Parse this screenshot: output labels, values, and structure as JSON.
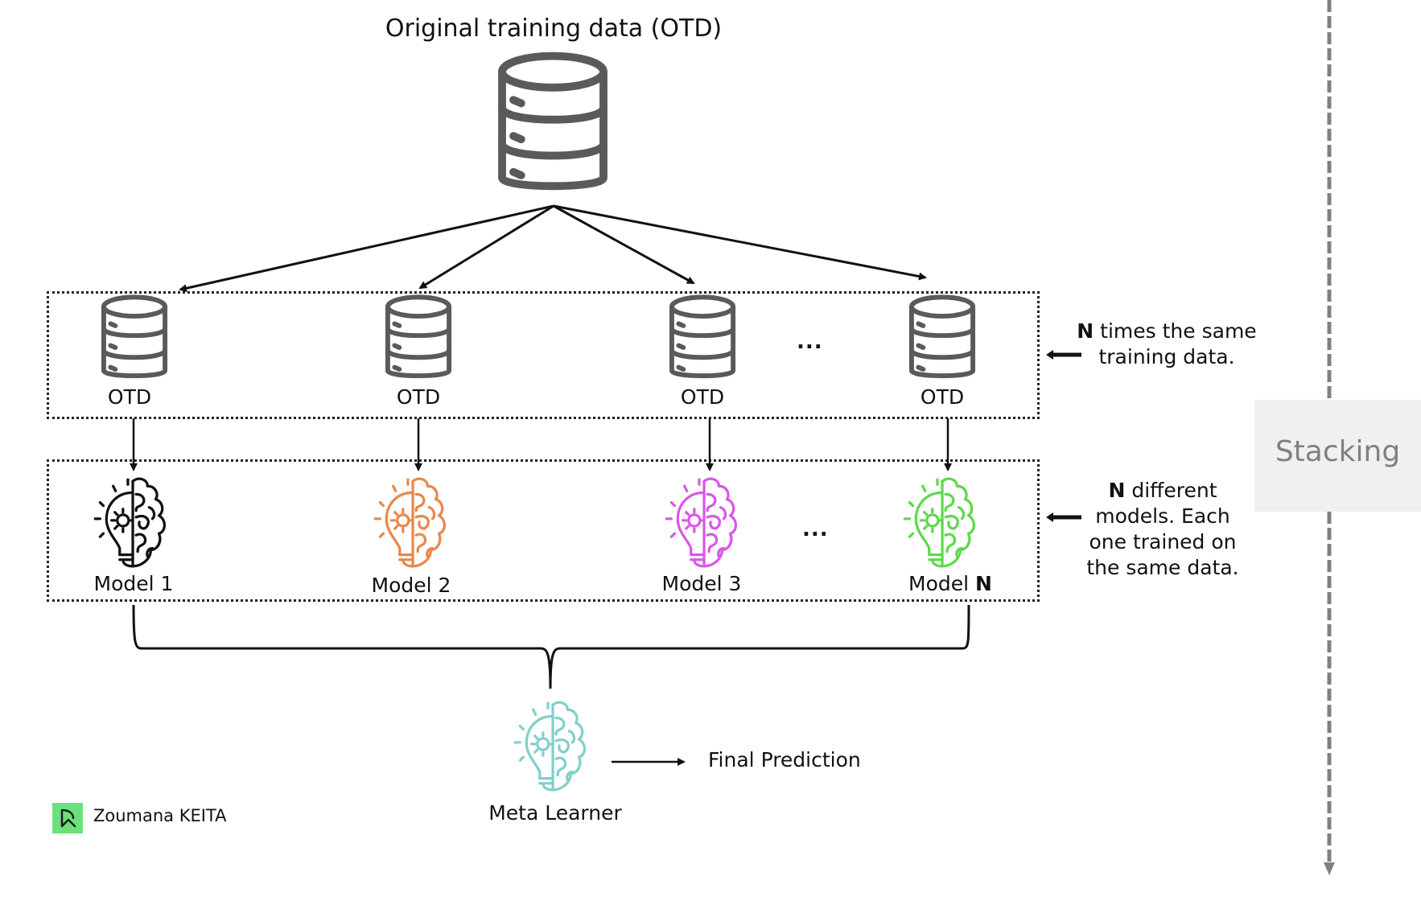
{
  "title": "Original training data (OTD)",
  "datasets": [
    {
      "label": "OTD"
    },
    {
      "label": "OTD"
    },
    {
      "label": "OTD"
    },
    {
      "label": "OTD"
    }
  ],
  "dataset_ellipsis": "...",
  "models": [
    {
      "label": "Model 1",
      "bold_suffix": "",
      "color": "#111111"
    },
    {
      "label": "Model 2",
      "bold_suffix": "",
      "color": "#e8894a"
    },
    {
      "label": "Model 3",
      "bold_suffix": "",
      "color": "#d957e8"
    },
    {
      "label": "Model ",
      "bold_suffix": "N",
      "color": "#5ed94c"
    }
  ],
  "model_ellipsis": "...",
  "notes": {
    "datasets": {
      "bold": "N",
      "text_line1": " times the same",
      "text_line2": "training data."
    },
    "models": {
      "bold": "N",
      "text_line1": " different",
      "text_line2": "models. Each",
      "text_line3": "one trained on",
      "text_line4": "the same data."
    }
  },
  "meta_learner": {
    "label": "Meta Learner",
    "color": "#7fd1c9"
  },
  "final_prediction": "Final Prediction",
  "side_label": "Stacking",
  "author": {
    "name": "Zoumana KEITA",
    "logo_color": "#6ce07a"
  },
  "colors": {
    "database": "#5a5a5a",
    "arrow": "#111111",
    "dashed_line": "#808080"
  }
}
